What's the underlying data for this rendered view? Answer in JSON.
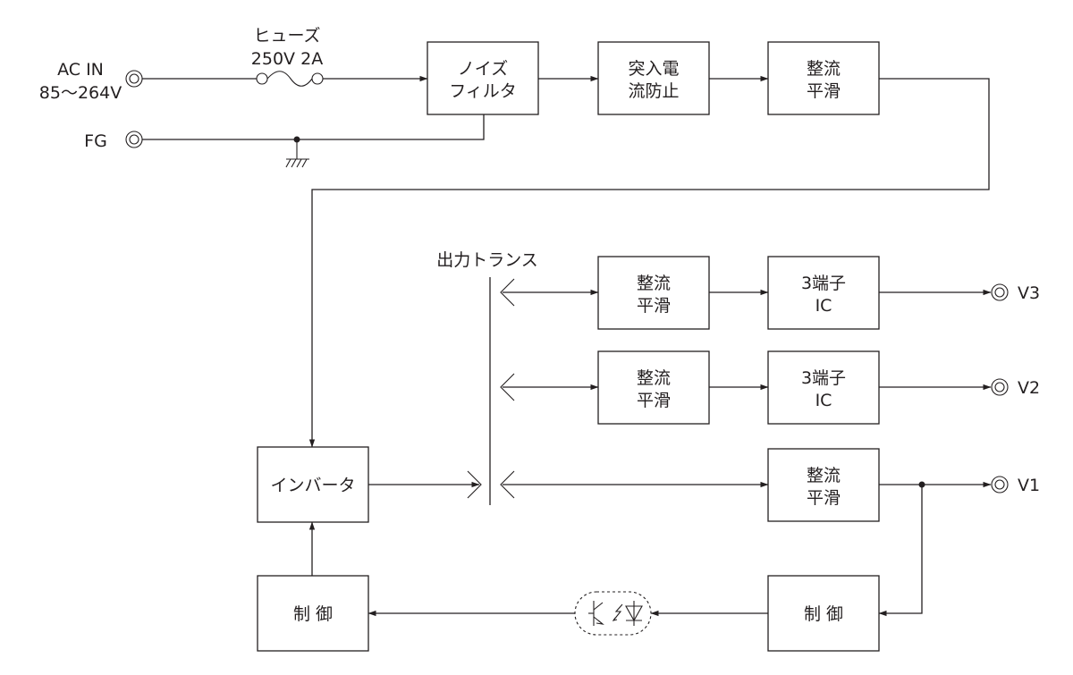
{
  "input": {
    "ac_label_1": "AC IN",
    "ac_label_2": "85～264V",
    "fg_label": "FG"
  },
  "fuse": {
    "label_1": "ヒューズ",
    "label_2": "250V 2A"
  },
  "blocks": {
    "noise_filter": [
      "ノイズ",
      "フィルタ"
    ],
    "inrush_prevent": [
      "突入電",
      "流防止"
    ],
    "rectify_top": [
      "整流",
      "平滑"
    ],
    "rectify_v3": [
      "整流",
      "平滑"
    ],
    "rectify_v2": [
      "整流",
      "平滑"
    ],
    "rectify_v1": [
      "整流",
      "平滑"
    ],
    "ic_v3": [
      "3端子",
      "IC"
    ],
    "ic_v2": [
      "3端子",
      "IC"
    ],
    "inverter": "インバータ",
    "control_left": "制 御",
    "control_right": "制 御"
  },
  "transformer_label": "出力トランス",
  "outputs": {
    "v3": "V3",
    "v2": "V2",
    "v1": "V1"
  }
}
